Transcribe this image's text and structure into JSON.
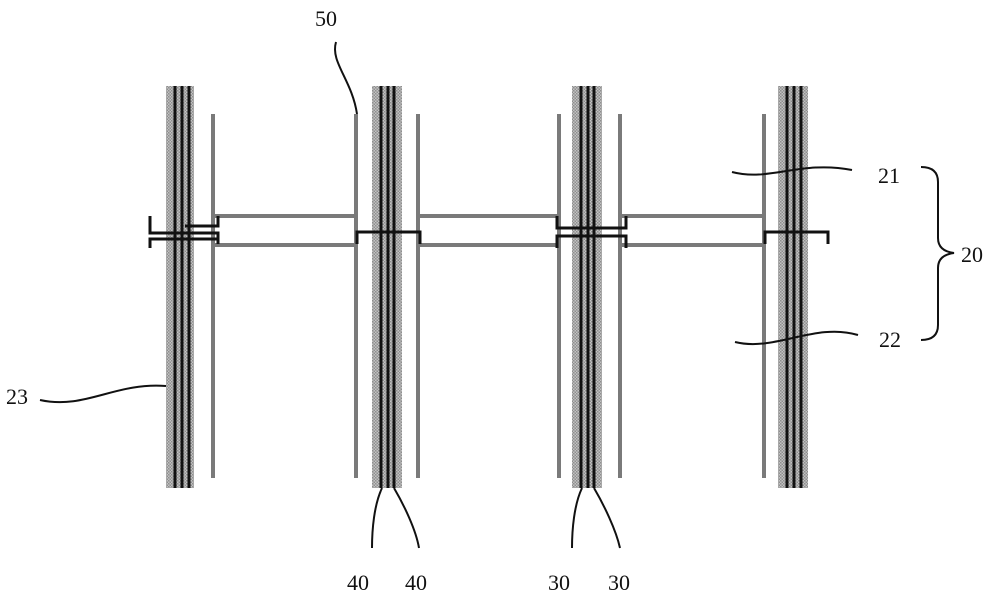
{
  "colors": {
    "frame_dark": "#111111",
    "panel_gray": "#7a7a7a",
    "hatch_gray": "#a6a6a6",
    "background": "#ffffff"
  },
  "labels": {
    "sheet_21": "21",
    "sheet_22": "22",
    "assembly_20": "20",
    "frame_23": "23",
    "item_50": "50",
    "item_40_left": "40",
    "item_40_right": "40",
    "item_30_left": "30",
    "item_30_right": "30"
  }
}
